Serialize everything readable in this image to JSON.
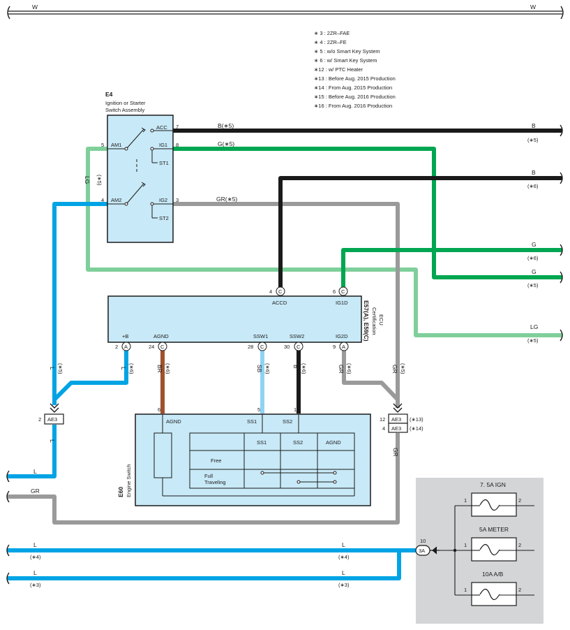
{
  "colors": {
    "black": "#1a1a1a",
    "blue": "#00a4e4",
    "green": "#00a651",
    "light_green": "#7fcf9a",
    "gray": "#9a9a9a",
    "brown": "#a0522d",
    "sky": "#8fd3f4",
    "component_fill": "#c8e9f7",
    "fuse_panel": "#d4d5d7"
  },
  "top_wire": {
    "left": "W",
    "right": "W"
  },
  "notes": [
    "∗ 3 : 2ZR–FAE",
    "∗ 4 : 2ZR–FE",
    "∗ 5 : w/o Smart Key System",
    "∗ 6 : w/ Smart Key System",
    "∗12 : w/ PTC Heater",
    "∗13 : Before Aug.  2015 Production",
    "∗14 : From Aug.  2015 Production",
    "∗15 : Before Aug.  2016 Production",
    "∗16 : From Aug.  2016 Production"
  ],
  "ignition_switch": {
    "code": "E4",
    "name_line1": "Ignition or Starter",
    "name_line2": "Switch Assembly",
    "terminals": {
      "acc": "ACC",
      "ig1": "IG1",
      "st1": "ST1",
      "am1": "AM1",
      "am2": "AM2",
      "ig2": "IG2",
      "st2": "ST2"
    },
    "pins": {
      "acc": "7",
      "ig1": "8",
      "am1": "5",
      "am2": "4",
      "ig2": "3"
    }
  },
  "wires": {
    "acc_label": "B(∗5)",
    "ig1_label": "G(∗5)",
    "ig2_label": "GR(∗5)",
    "lg_label": "LG",
    "lg_note": "(∗5)",
    "out_b1": {
      "color": "B",
      "note": "(∗5)"
    },
    "out_b2": {
      "color": "B",
      "note": "(∗6)"
    },
    "out_g1": {
      "color": "G",
      "note": "(∗6)"
    },
    "out_g2": {
      "color": "G",
      "note": "(∗5)"
    },
    "out_lg": {
      "color": "LG",
      "note": "(∗5)"
    },
    "plus_b_color": "L",
    "plus_b_note": "(∗6)",
    "left_l_color": "L",
    "left_l_note": "(∗5)",
    "left_l_below": "L",
    "br_color": "BR",
    "br_note": "(∗6)",
    "sb_color": "SB",
    "sb_note": "(∗6)",
    "ssw2_color": "B",
    "ssw2_note": "(∗6)",
    "ig2d_color": "GR",
    "ig2d_note": "(∗6)",
    "right_gr_color": "GR",
    "right_gr_note": "(∗5)",
    "right_gr_below": "GR",
    "left_exit_l": "L",
    "left_exit_gr": "GR",
    "bottom1_left": "L",
    "bottom1_left_note": "(∗4)",
    "bottom1_mid": "L",
    "bottom1_mid_note": "(∗4)",
    "bottom2_left": "L",
    "bottom2_left_note": "(∗3)",
    "bottom2_mid": "L",
    "bottom2_mid_note": "(∗3)"
  },
  "ecu": {
    "code": "E57(A), E59(C)",
    "name_line1": "Certification",
    "name_line2": "ECU",
    "top_terminals": [
      {
        "name": "ACCD",
        "pin": "4",
        "conn": "C"
      },
      {
        "name": "IG1D",
        "pin": "6",
        "conn": "C"
      }
    ],
    "bottom_terminals": [
      {
        "name": "+B",
        "pin": "2",
        "conn": "A"
      },
      {
        "name": "AGND",
        "pin": "24",
        "conn": "C"
      },
      {
        "name": "SSW1",
        "pin": "28",
        "conn": "C"
      },
      {
        "name": "SSW2",
        "pin": "30",
        "conn": "C"
      },
      {
        "name": "IG2D",
        "pin": "9",
        "conn": "A"
      }
    ]
  },
  "junctions": {
    "left": {
      "pin": "2",
      "code": "AE3"
    },
    "right_top": {
      "pin": "12",
      "code": "AE3",
      "note": "(∗13)"
    },
    "right_bottom": {
      "pin": "4",
      "code": "AE3",
      "note": "(∗14)"
    }
  },
  "engine_switch": {
    "code": "E60",
    "name": "Engine Switch",
    "terminals": {
      "agnd": "AGND",
      "ss1": "SS1",
      "ss2": "SS2"
    },
    "pins": {
      "agnd": "6",
      "ss1": "5",
      "ss2": "1"
    },
    "table": {
      "headers": [
        "SS1",
        "SS2",
        "AGND"
      ],
      "rows": [
        "Free",
        "Full",
        "Traveling"
      ]
    }
  },
  "fuse_block": {
    "connector_pin": "10",
    "connector_code": "3A",
    "fuses": [
      {
        "label": "7. 5A IGN",
        "pin_in": "1",
        "pin_out": "2"
      },
      {
        "label": "5A METER",
        "pin_in": "1",
        "pin_out": "2"
      },
      {
        "label": "10A A/B",
        "pin_in": "1",
        "pin_out": "2"
      }
    ]
  }
}
